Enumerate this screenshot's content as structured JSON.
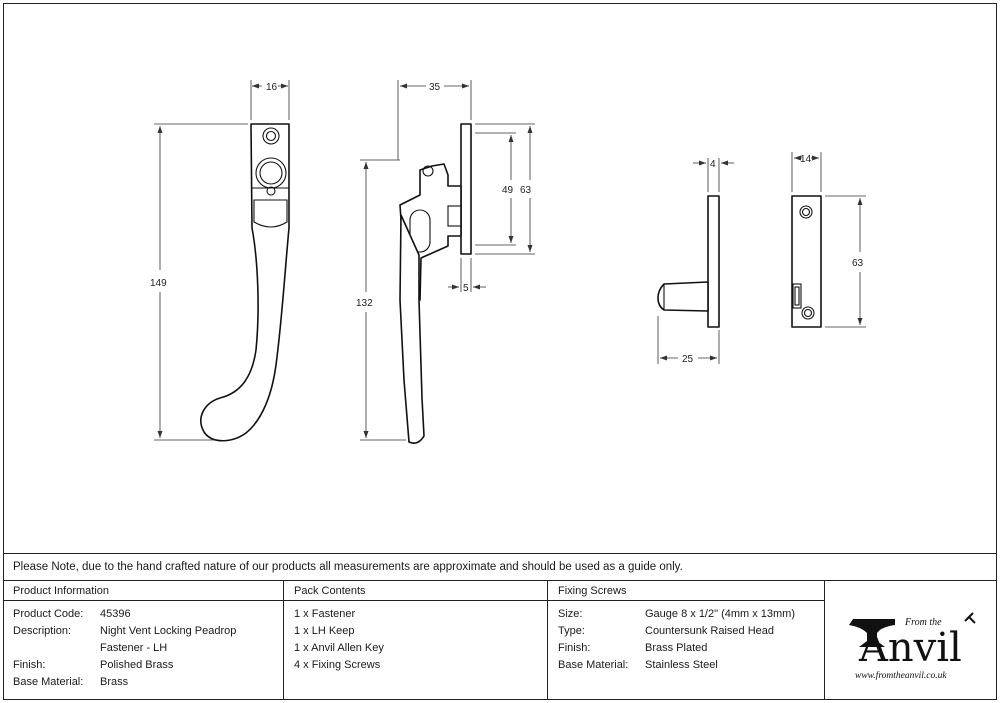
{
  "dimensions": {
    "handle_width": "16",
    "handle_height": "149",
    "side_depth": "35",
    "side_height": "132",
    "plate_inner": "49",
    "plate_outer": "63",
    "plate_thickness": "5",
    "keep_thickness": "4",
    "keep_depth": "25",
    "keep_width": "14",
    "keep_height": "63"
  },
  "note": "Please Note, due to the hand crafted nature of our products all measurements are approximate and should be used as a guide only.",
  "product_info": {
    "heading": "Product Information",
    "rows": [
      {
        "label": "Product Code:",
        "value": "45396"
      },
      {
        "label": "Description:",
        "value": "Night Vent Locking Peadrop"
      },
      {
        "label": "",
        "value": "Fastener - LH"
      },
      {
        "label": "Finish:",
        "value": "Polished Brass"
      },
      {
        "label": "Base Material:",
        "value": "Brass"
      }
    ]
  },
  "pack_contents": {
    "heading": "Pack Contents",
    "items": [
      "1 x Fastener",
      "1 x LH Keep",
      "1 x Anvil Allen Key",
      "4 x Fixing Screws"
    ]
  },
  "fixing_screws": {
    "heading": "Fixing Screws",
    "rows": [
      {
        "label": "Size:",
        "value": "Gauge 8 x 1/2\" (4mm x 13mm)"
      },
      {
        "label": "Type:",
        "value": "Countersunk Raised Head"
      },
      {
        "label": "Finish:",
        "value": "Brass Plated"
      },
      {
        "label": "Base Material:",
        "value": "Stainless Steel"
      }
    ]
  },
  "logo": {
    "prefix": "From the",
    "name": "Anvil",
    "url": "www.fromtheanvil.co.uk"
  }
}
